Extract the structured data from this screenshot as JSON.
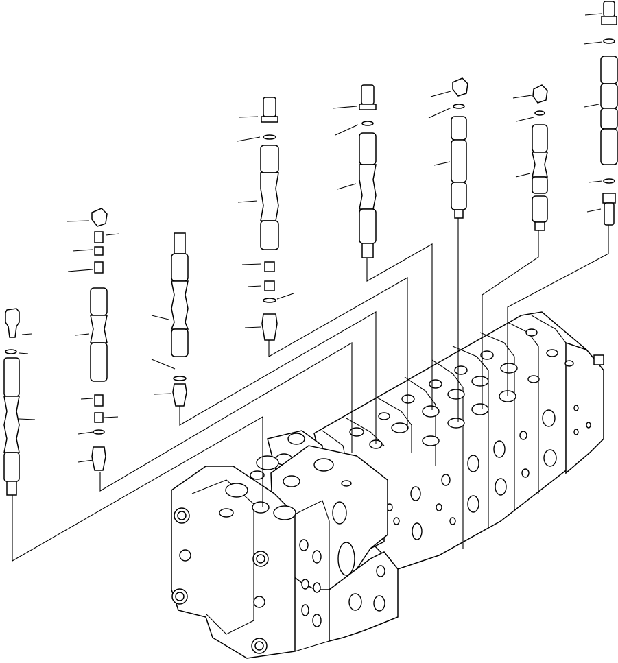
{
  "diagram": {
    "kind": "exploded-parts-view",
    "background": "#ffffff",
    "ink": "#000000",
    "spools": [
      {
        "name": "spool-1",
        "parts": [
          "plug",
          "o-ring",
          "spool",
          "spring-seat",
          "cap"
        ]
      },
      {
        "name": "spool-2",
        "parts": [
          "plug",
          "spring",
          "seat",
          "spool",
          "seat",
          "spring",
          "o-ring",
          "plug"
        ]
      },
      {
        "name": "spool-3",
        "parts": [
          "spool",
          "o-ring",
          "plug"
        ]
      },
      {
        "name": "spool-4",
        "parts": [
          "plug",
          "o-ring",
          "spool",
          "seat",
          "spring",
          "o-ring",
          "plug"
        ]
      },
      {
        "name": "spool-5",
        "parts": [
          "plug",
          "o-ring",
          "spool"
        ]
      },
      {
        "name": "spool-6",
        "parts": [
          "plug",
          "o-ring",
          "spool"
        ]
      },
      {
        "name": "spool-7",
        "parts": [
          "plug",
          "o-ring",
          "spool"
        ]
      },
      {
        "name": "spool-8",
        "parts": [
          "plug",
          "o-ring",
          "spool",
          "o-ring",
          "plug"
        ]
      }
    ],
    "valve_body": {
      "name": "control-valve-assembly",
      "sections": 9
    }
  }
}
